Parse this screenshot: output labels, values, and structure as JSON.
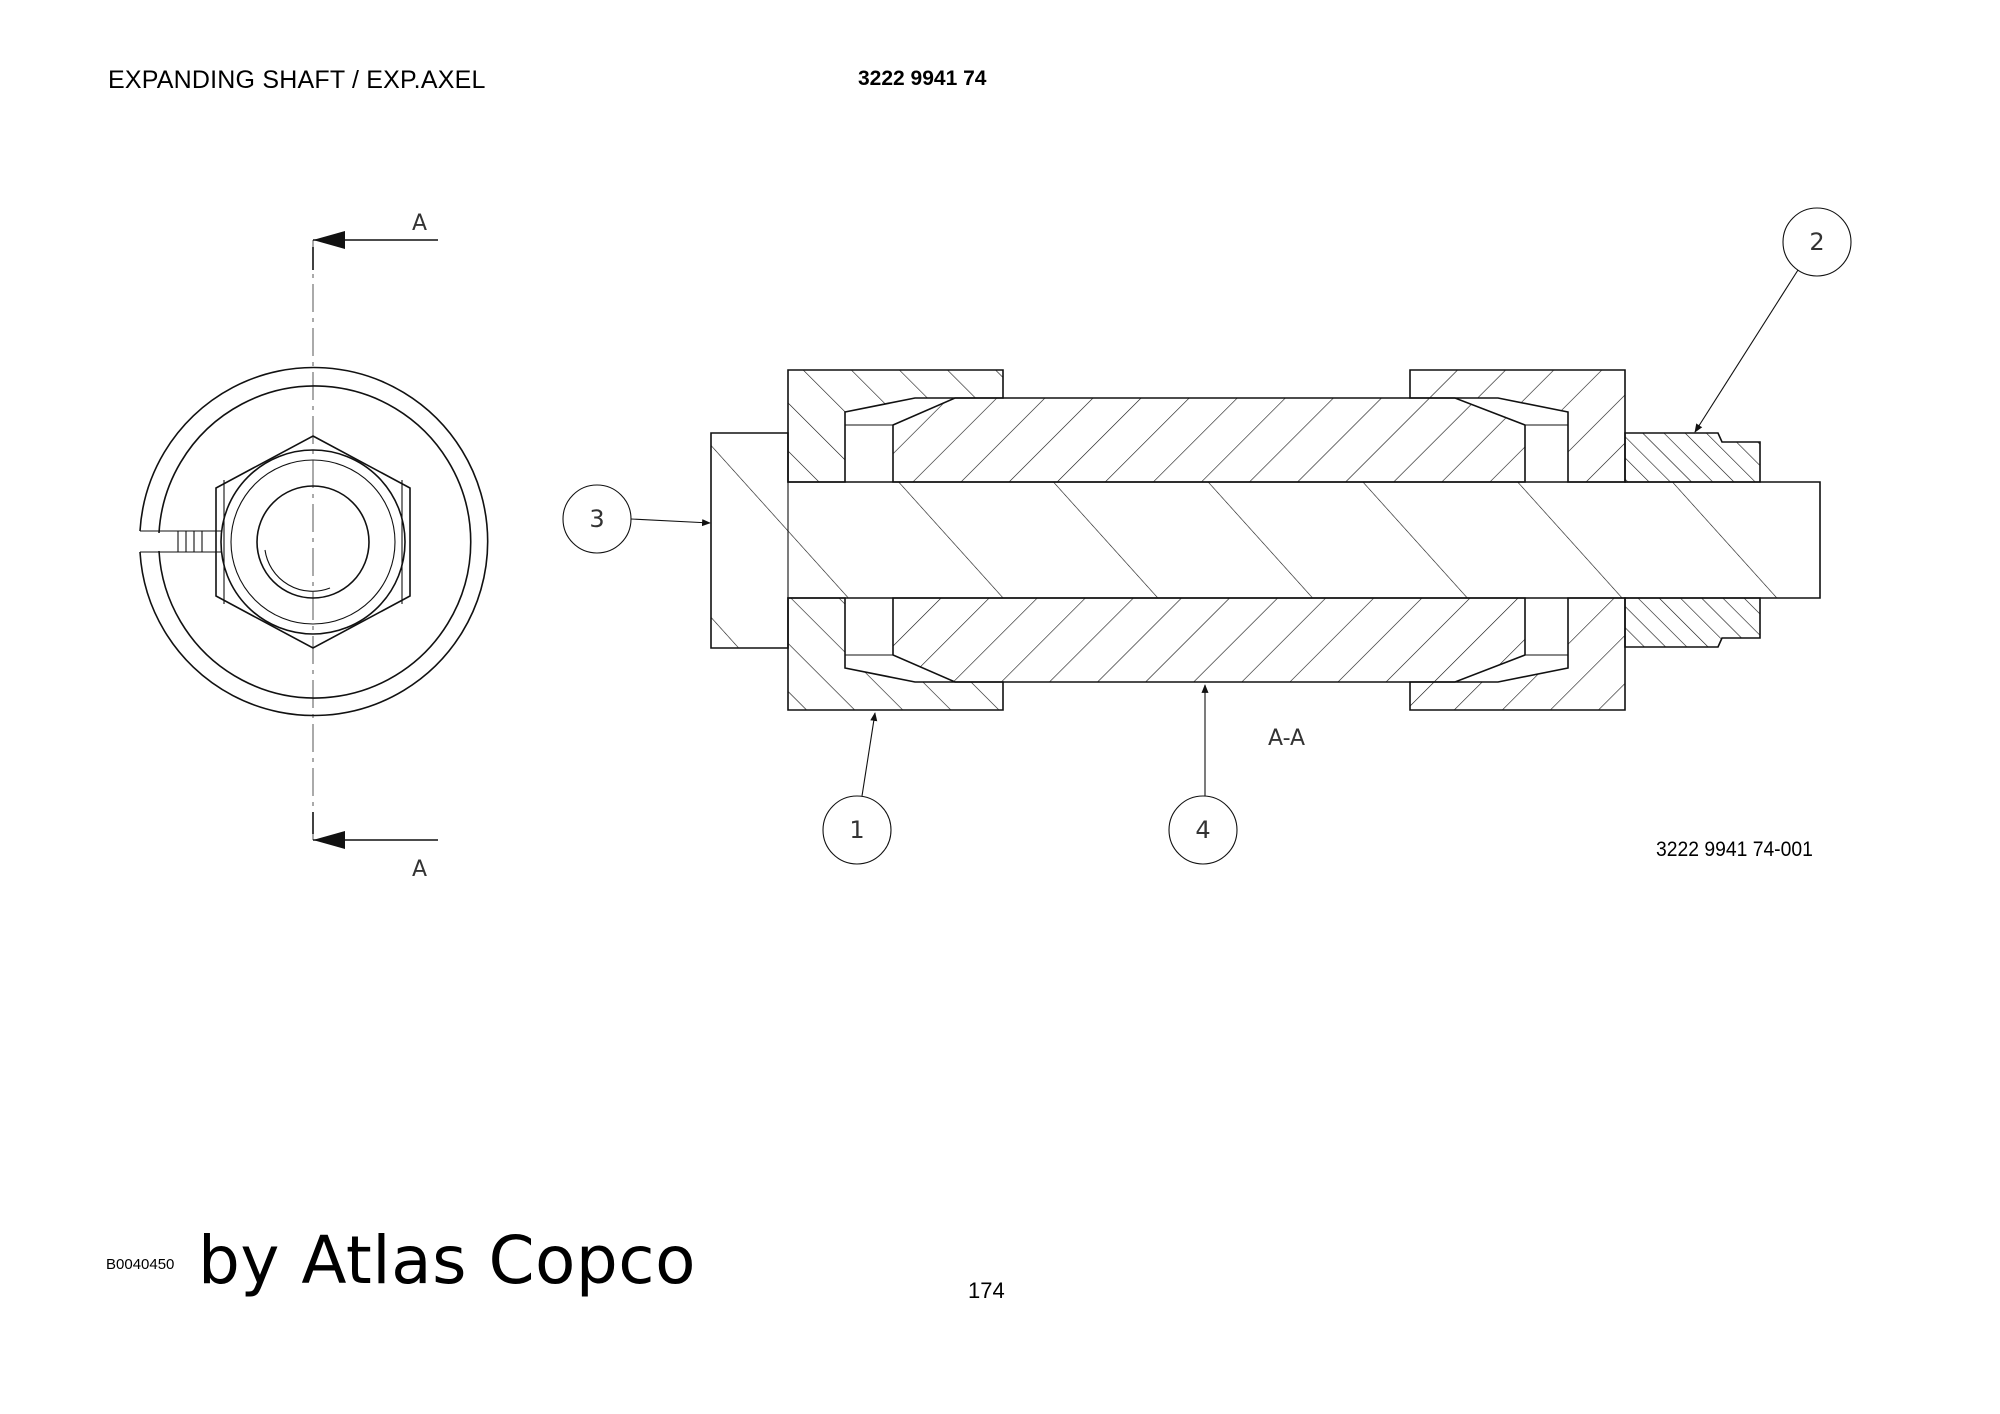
{
  "header": {
    "title": "EXPANDING SHAFT / EXP.AXEL",
    "part_number": "3222 9941 74"
  },
  "drawing": {
    "section_marker_top": "A",
    "section_marker_bottom": "A",
    "section_label": "A-A",
    "callouts": [
      "1",
      "2",
      "3",
      "4"
    ],
    "drawing_number": "3222 9941 74-001"
  },
  "footer": {
    "ref_code": "B0040450",
    "brand": "by Atlas Copco",
    "page_number": "174"
  }
}
